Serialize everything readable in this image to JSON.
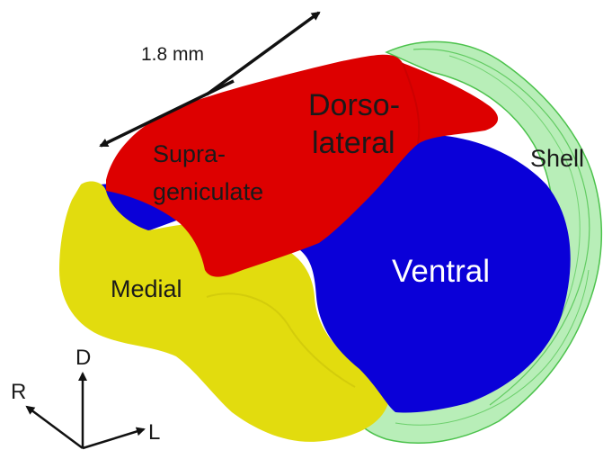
{
  "scale_bar": {
    "label": "1.8 mm"
  },
  "regions": {
    "dorsolateral": {
      "line1": "Dorso-",
      "line2": "lateral",
      "color": "#dd0000"
    },
    "suprageniculate": {
      "line1": "Supra-",
      "line2": "geniculate",
      "color": "#dd0000"
    },
    "ventral": {
      "label": "Ventral",
      "color": "#0a00d8"
    },
    "medial": {
      "label": "Medial",
      "color": "#e2dc0e"
    },
    "shell": {
      "label": "Shell",
      "color": "#7ee07e"
    }
  },
  "orientation": {
    "dorsal": "D",
    "rostral": "R",
    "lateral": "L"
  }
}
